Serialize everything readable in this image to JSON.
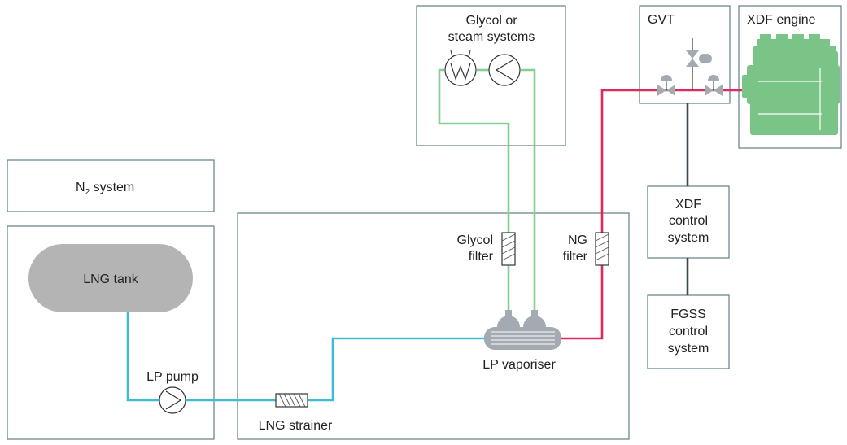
{
  "labels": {
    "n2_system": "N",
    "n2_subscript": "2",
    "n2_suffix": " system",
    "lng_tank": "LNG tank",
    "lp_pump": "LP pump",
    "lng_strainer": "LNG strainer",
    "glycol_filter_1": "Glycol",
    "glycol_filter_2": "filter",
    "ng_filter_1": "NG",
    "ng_filter_2": "filter",
    "lp_vaporiser": "LP vaporiser",
    "glycol_systems_1": "Glycol or",
    "glycol_systems_2": "steam systems",
    "gvt": "GVT",
    "xdf_engine": "XDF engine",
    "xdf_control_1": "XDF",
    "xdf_control_2": "control",
    "xdf_control_3": "system",
    "fgss_control_1": "FGSS",
    "fgss_control_2": "control",
    "fgss_control_3": "system"
  },
  "colors": {
    "lng_line": "#3cbdd6",
    "glycol_line": "#86cf93",
    "gas_line": "#dd2a5b",
    "control_line": "#3c4a50",
    "box_border": "#5f7f86",
    "tank_fill": "#b4b4b4",
    "engine_fill": "#7ac487",
    "equipment_fill": "#a4aab1"
  },
  "icons": [
    "pump-icon",
    "strainer-icon",
    "filter-icon",
    "heat-exchanger-icon",
    "valve-icon",
    "vaporiser-icon",
    "engine-icon"
  ]
}
